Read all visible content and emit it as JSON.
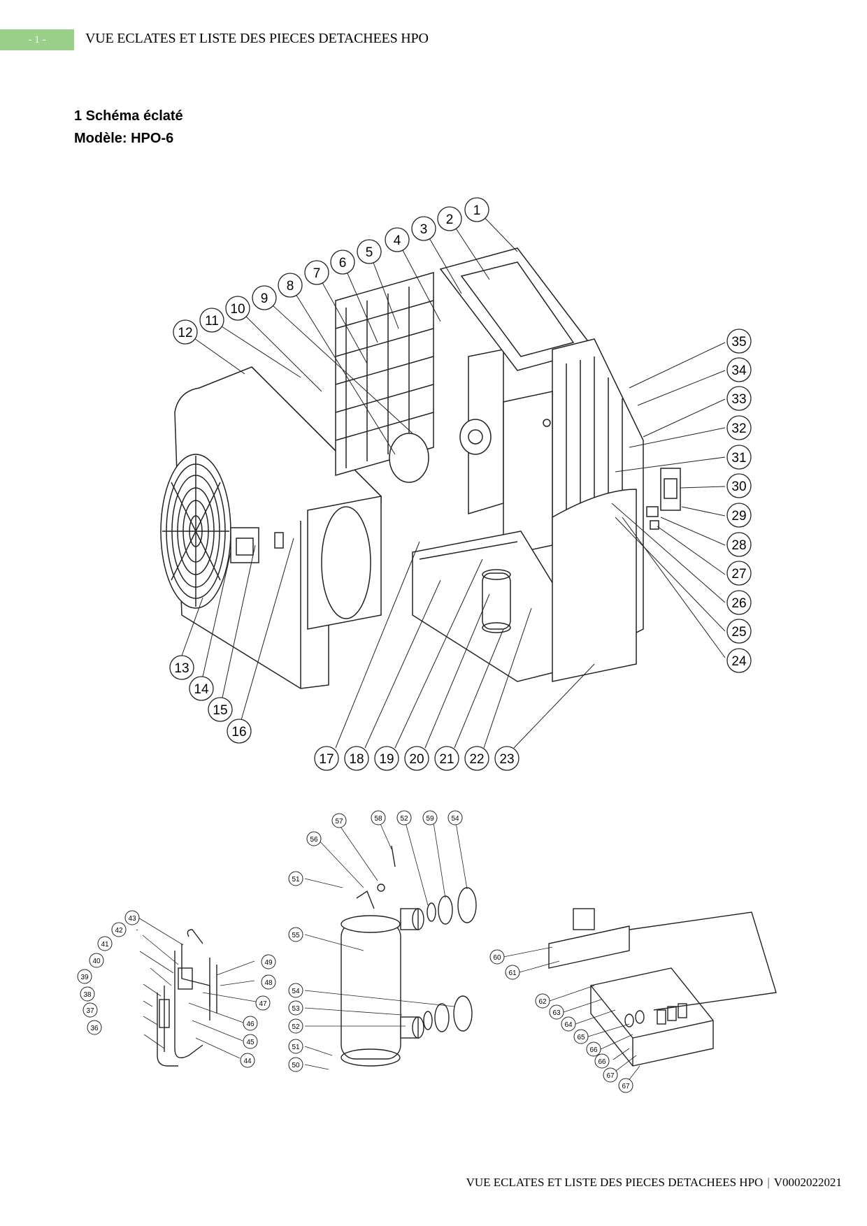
{
  "header": {
    "page_number": "- 1 -",
    "title": "VUE ECLATES ET LISTE DES PIECES DETACHEES HPO"
  },
  "section": {
    "title": "1 Schéma éclaté",
    "model": "Modèle: HPO-6"
  },
  "callouts_main": [
    "1",
    "2",
    "3",
    "4",
    "5",
    "6",
    "7",
    "8",
    "9",
    "10",
    "11",
    "12",
    "13",
    "14",
    "15",
    "16",
    "17",
    "18",
    "19",
    "20",
    "21",
    "22",
    "23",
    "24",
    "25",
    "26",
    "27",
    "28",
    "29",
    "30",
    "31",
    "32",
    "33",
    "34",
    "35"
  ],
  "callouts_detail": [
    "36",
    "37",
    "38",
    "39",
    "40",
    "41",
    "42",
    "43",
    "44",
    "45",
    "46",
    "47",
    "48",
    "49",
    "50",
    "51",
    "52",
    "53",
    "54",
    "55",
    "56",
    "57",
    "58",
    "59",
    "60",
    "61",
    "62",
    "63",
    "64",
    "65",
    "66",
    "67"
  ],
  "footer": {
    "title": "VUE ECLATES ET LISTE DES PIECES DETACHEES HPO",
    "separator": "|",
    "version": "V0002022021"
  }
}
